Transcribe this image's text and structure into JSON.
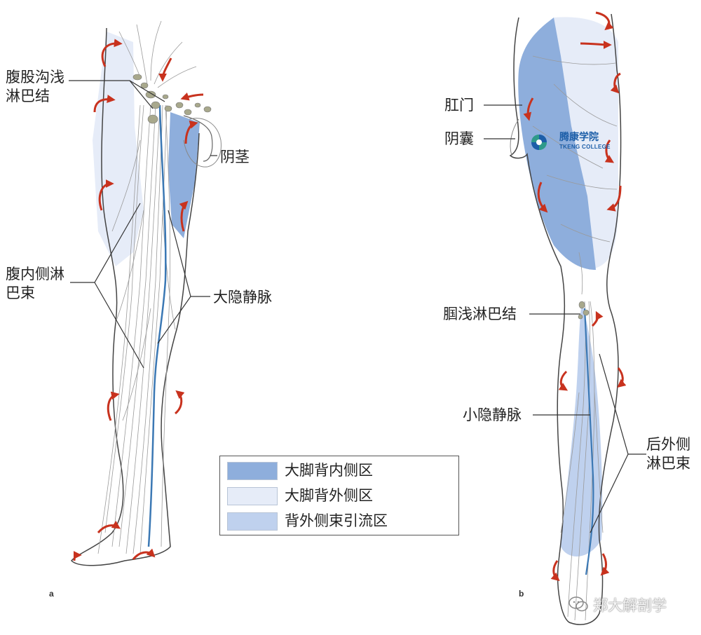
{
  "labels": {
    "inguinal_nodes": "腹股沟浅\n淋巴结",
    "penis": "阴茎",
    "ventromedial_bundle": "腹内侧淋\n巴束",
    "great_saphenous_vein": "大隐静脉",
    "anus": "肛门",
    "scrotum": "阴囊",
    "popliteal_nodes": "腘浅淋巴结",
    "small_saphenous_vein": "小隐静脉",
    "posterolateral_bundle": "后外侧\n淋巴束",
    "panel_a": "a",
    "panel_b": "b"
  },
  "legend": {
    "items": [
      {
        "label": "大脚背内侧区",
        "color": "#8eaedc"
      },
      {
        "label": "大脚背外侧区",
        "color": "#e6ecf8"
      },
      {
        "label": "背外侧束引流区",
        "color": "#bfd1ee"
      }
    ]
  },
  "logo": {
    "name_cn": "腾康学院",
    "name_en": "TKENG COLLEGE",
    "color": "#1c5ea8"
  },
  "watermark": {
    "text": "郑大解剖学"
  },
  "colors": {
    "arrow": "#c8321e",
    "vein": "#3b78b4",
    "medial_zone": "#8eaedc",
    "lateral_zone": "#e6ecf8",
    "drainage_zone": "#bfd1ee",
    "outline": "#444444",
    "lymph": "#9a9a9a",
    "node": "#a8a88c"
  }
}
